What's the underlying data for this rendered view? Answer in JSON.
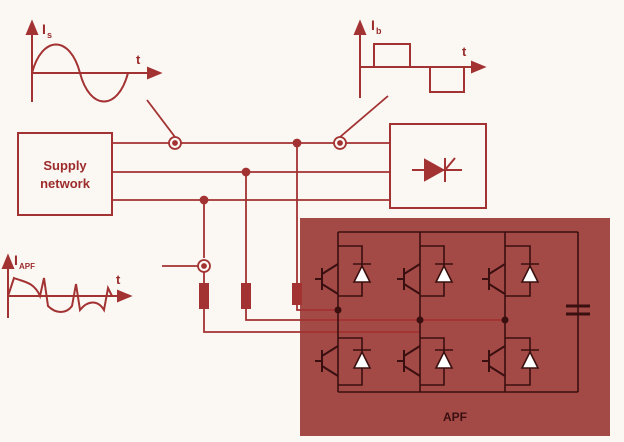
{
  "colors": {
    "ink": "#a33232",
    "panel": "#a34a47",
    "panel_line": "#4a1414",
    "background": "#fbf8f4"
  },
  "labels": {
    "supply_line1": "Supply",
    "supply_line2": "network",
    "waveform_is": "I",
    "waveform_is_sub": "s",
    "waveform_ib": "I",
    "waveform_ib_sub": "b",
    "waveform_iapf": "I",
    "waveform_iapf_sub": "APF",
    "time_axis": "t",
    "apf": "APF"
  },
  "icons": [
    "rectifier-diode-icon",
    "igbt-icon",
    "diode-icon",
    "capacitor-icon",
    "inductor-icon",
    "current-probe-icon"
  ]
}
